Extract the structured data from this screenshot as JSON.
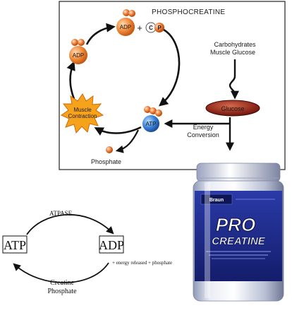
{
  "phosphocreatine_panel": {
    "title": "PHOSPHOCREATINE",
    "adp_top": "ADP",
    "plus": "+",
    "cp_c": "C",
    "cp_p": "P",
    "adp_left": "ADP",
    "muscle_line1": "Muscle",
    "muscle_line2": "Contraction",
    "atp": "ATP",
    "phosphate": "Phosphate",
    "carbs_line1": "Carbohydrates",
    "carbs_line2": "Muscle Glucose",
    "glucose": "Glucose",
    "energy_line1": "Energy",
    "energy_line2": "Conversion"
  },
  "product_jar": {
    "brand": "Braun",
    "label_line1": "PRO",
    "label_line2": "CREATINE"
  },
  "atp_cycle": {
    "atpase": "ATPASE",
    "atp": "ATP",
    "adp": "ADP",
    "energy_note": "+ energy released + phosphate",
    "creatine_line1": "Creatine",
    "creatine_line2": "Phosphate"
  },
  "colors": {
    "orange_ball": "#f08a3a",
    "atp_blue": "#3b83d8",
    "glucose_red": "#8a2418",
    "burst_orange": "#f6a21a",
    "jar_navy": "#1d2a8c"
  }
}
